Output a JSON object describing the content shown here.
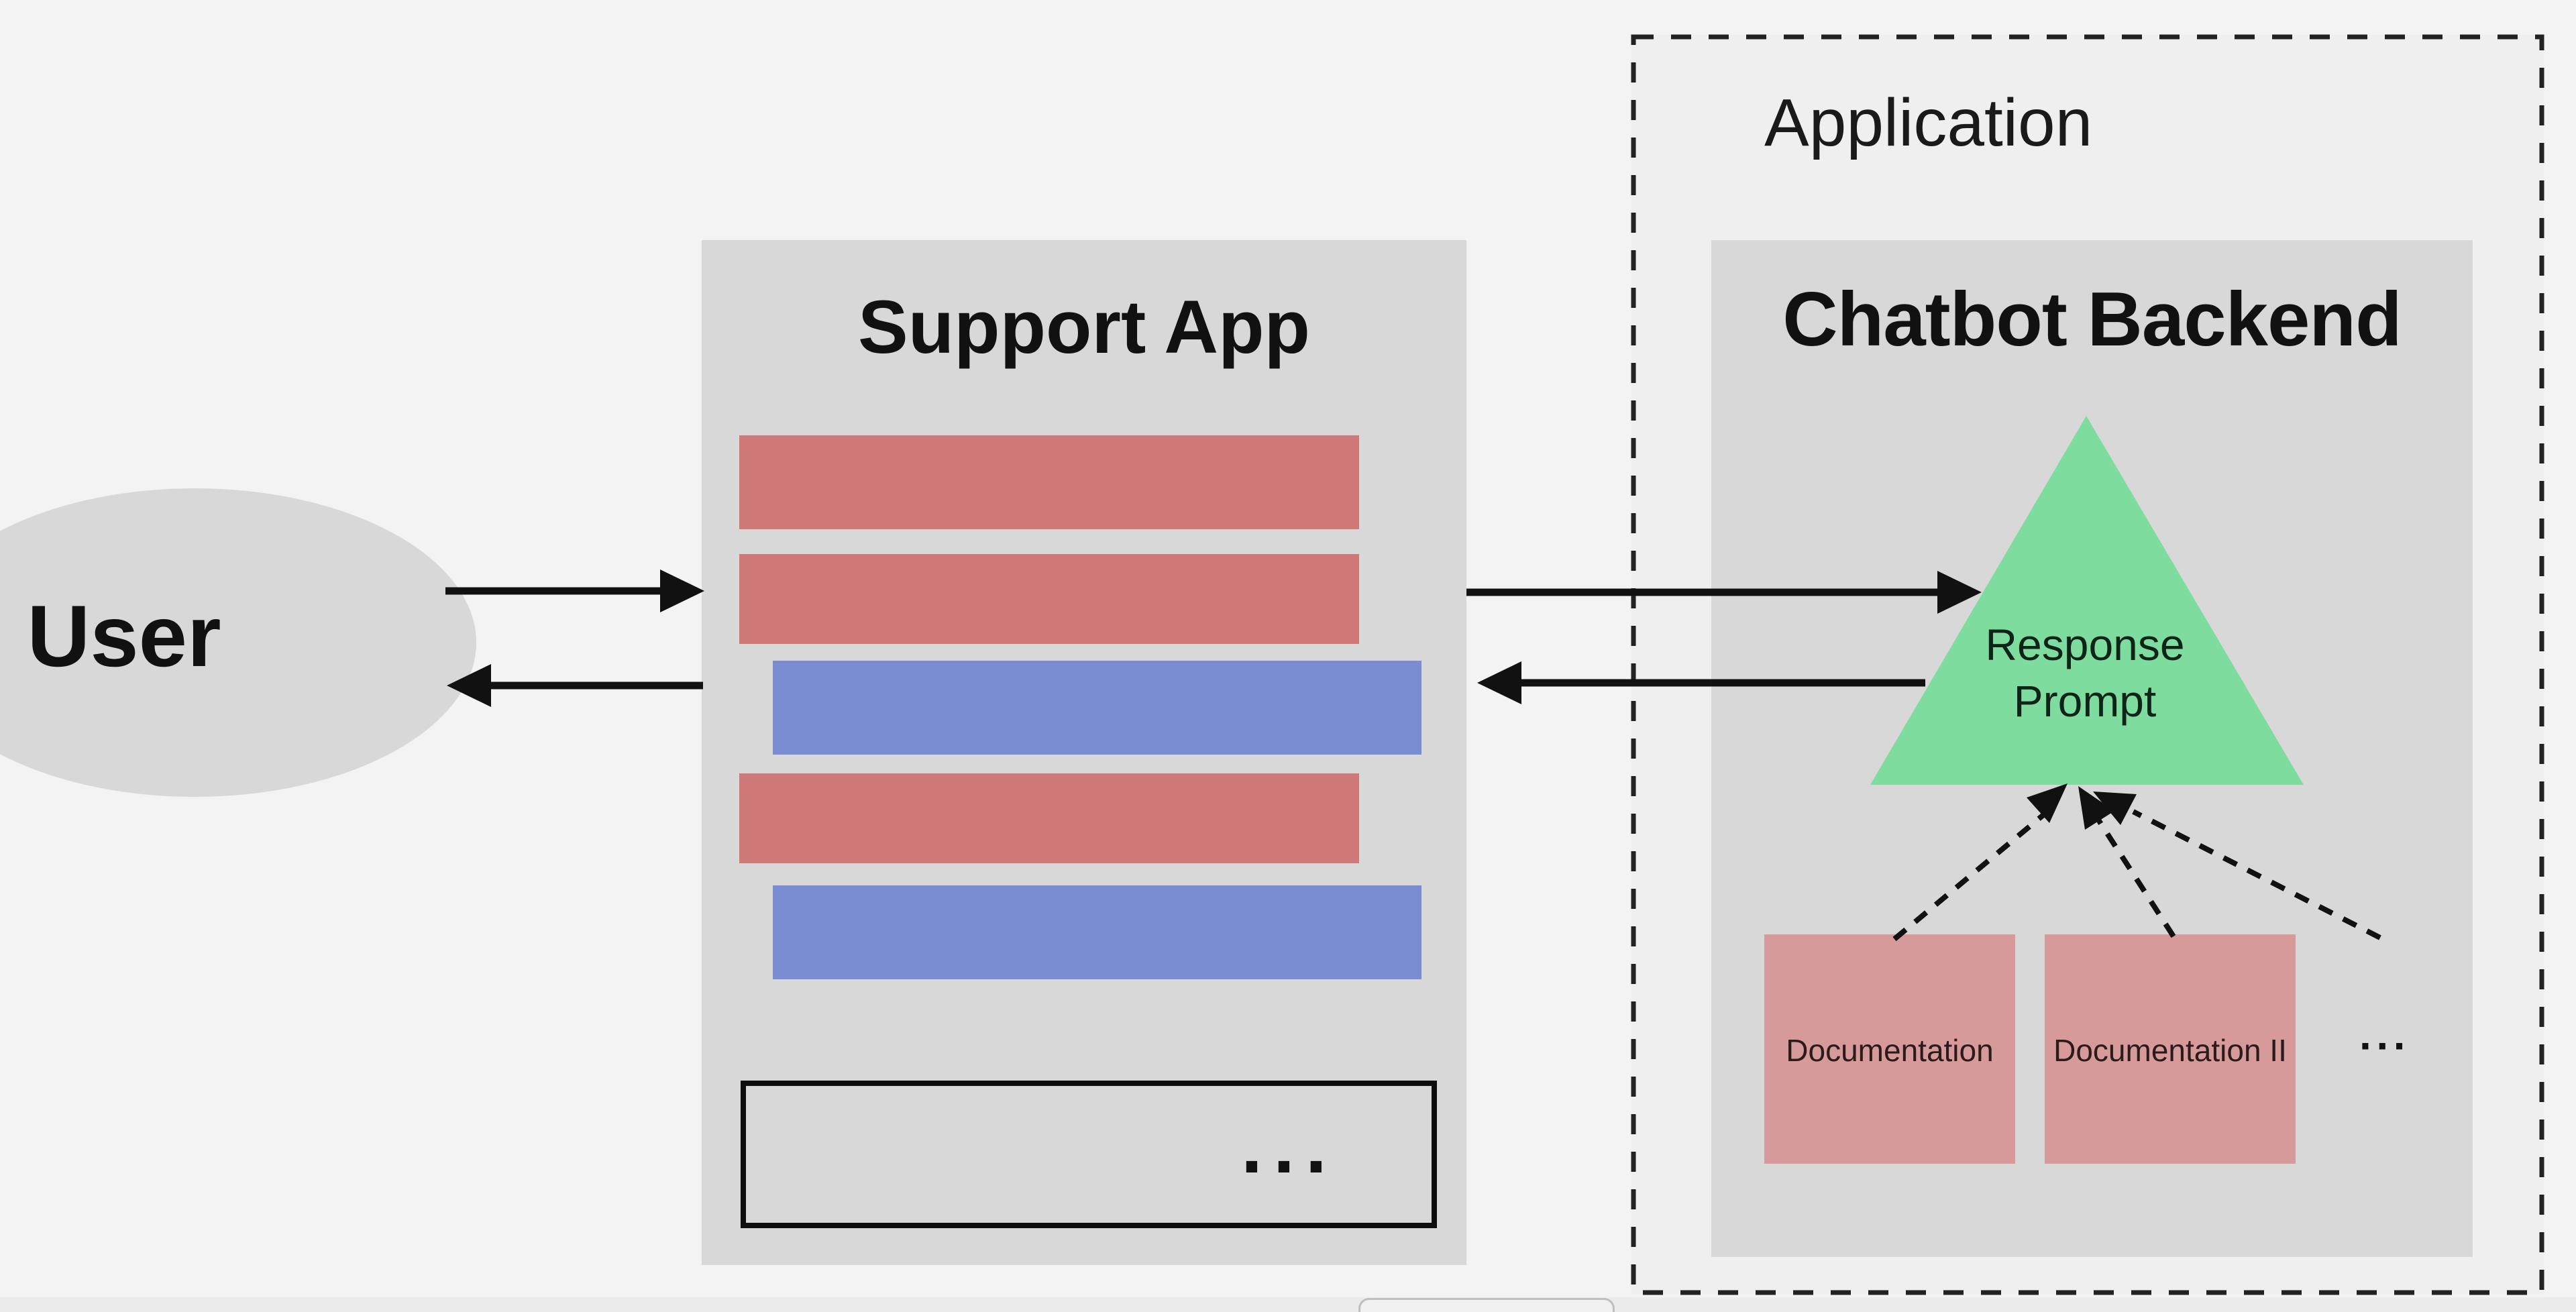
{
  "user": {
    "label": "User"
  },
  "support_app": {
    "title": "Support App",
    "bars": [
      {
        "type": "red"
      },
      {
        "type": "red"
      },
      {
        "type": "blue"
      },
      {
        "type": "red"
      },
      {
        "type": "blue"
      }
    ],
    "more_ellipsis": "..."
  },
  "application": {
    "label": "Application"
  },
  "chatbot": {
    "title": "Chatbot Backend",
    "prompt_triangle": {
      "line1": "Response",
      "line2": "Prompt"
    },
    "sources": [
      {
        "label": "Documentation"
      },
      {
        "label": "Documentation II"
      }
    ],
    "sources_more": "···"
  },
  "colors": {
    "canvas-bg": "#f3f3f3",
    "app-bg": "#efefef",
    "panel-gray": "#d8d8d8",
    "bar-red": "#cf7878",
    "bar-blue": "#7a8cd2",
    "triangle-green": "#7edd9e",
    "doc-pink": "#d69a9a",
    "ink": "#111111",
    "partial-border": "#bfbfbf",
    "partial-fill": "#f0f0f0",
    "bottom-strip": "#ececec"
  }
}
